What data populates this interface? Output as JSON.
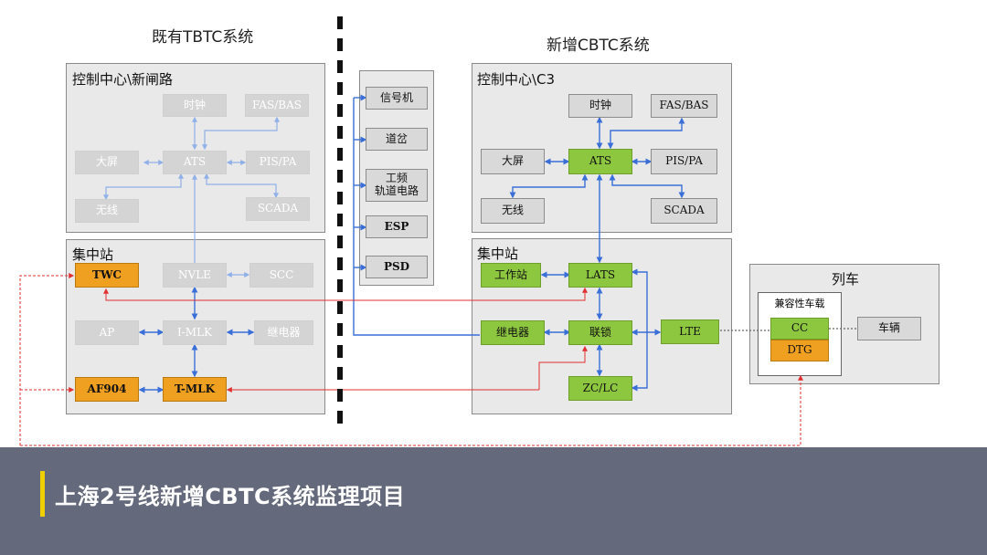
{
  "titles": {
    "left": "既有TBTC系统",
    "right": "新增CBTC系统"
  },
  "left_control": {
    "label": "控制中心\\新闸路",
    "clock": "时钟",
    "fasbas": "FAS/BAS",
    "screen": "大屏",
    "ats": "ATS",
    "pispa": "PIS/PA",
    "radio": "无线",
    "scada": "SCADA"
  },
  "left_station": {
    "label": "集中站",
    "twc": "TWC",
    "nvle": "NVLE",
    "scc": "SCC",
    "ap": "AP",
    "imlk": "I-MLK",
    "relay": "继电器",
    "af904": "AF904",
    "tmlk": "T-MLK"
  },
  "signal_column": [
    "信号机",
    "道岔",
    "工频\n轨道电路",
    "ESP",
    "PSD"
  ],
  "right_control": {
    "label": "控制中心\\C3",
    "clock": "时钟",
    "fasbas": "FAS/BAS",
    "screen": "大屏",
    "ats": "ATS",
    "pispa": "PIS/PA",
    "radio": "无线",
    "scada": "SCADA"
  },
  "right_station": {
    "label": "集中站",
    "workstation": "工作站",
    "lats": "LATS",
    "relay": "继电器",
    "interlock": "联锁",
    "zclc": "ZC/LC",
    "lte": "LTE"
  },
  "train": {
    "label": "列车",
    "onboard_label": "兼容性车载",
    "cc": "CC",
    "dtg": "DTG",
    "vehicle": "车辆"
  },
  "footer": {
    "title": "上海2号线新增CBTC系统监理项目"
  },
  "colors": {
    "blue_link": "#3a6fd8",
    "red_link": "#e03030",
    "green": "#8dc63f",
    "orange": "#f0a020",
    "footer_bg": "#646a7b",
    "footer_accent": "#f0d000"
  }
}
